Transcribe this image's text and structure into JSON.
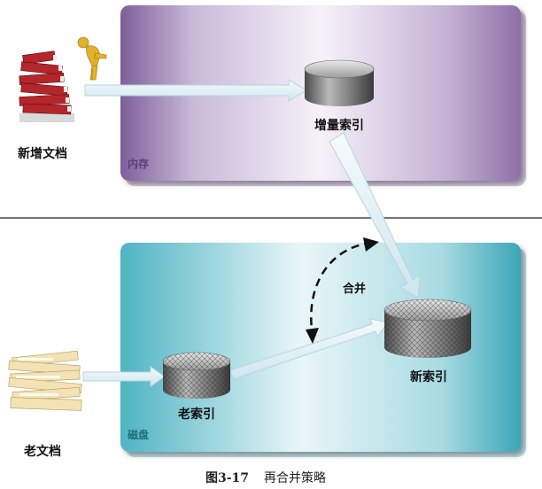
{
  "memory_zone": {
    "label": "内存",
    "color": "#9a7ab6"
  },
  "disk_zone": {
    "label": "磁盘",
    "color": "#2aa3b5"
  },
  "nodes": {
    "new_docs": "新增文档",
    "incremental_index": "增量索引",
    "new_index": "新索引",
    "old_index": "老索引",
    "old_docs": "老文档"
  },
  "merge_label": "合并",
  "caption": {
    "figure_no": "图3-17",
    "title": "再合并策略"
  }
}
